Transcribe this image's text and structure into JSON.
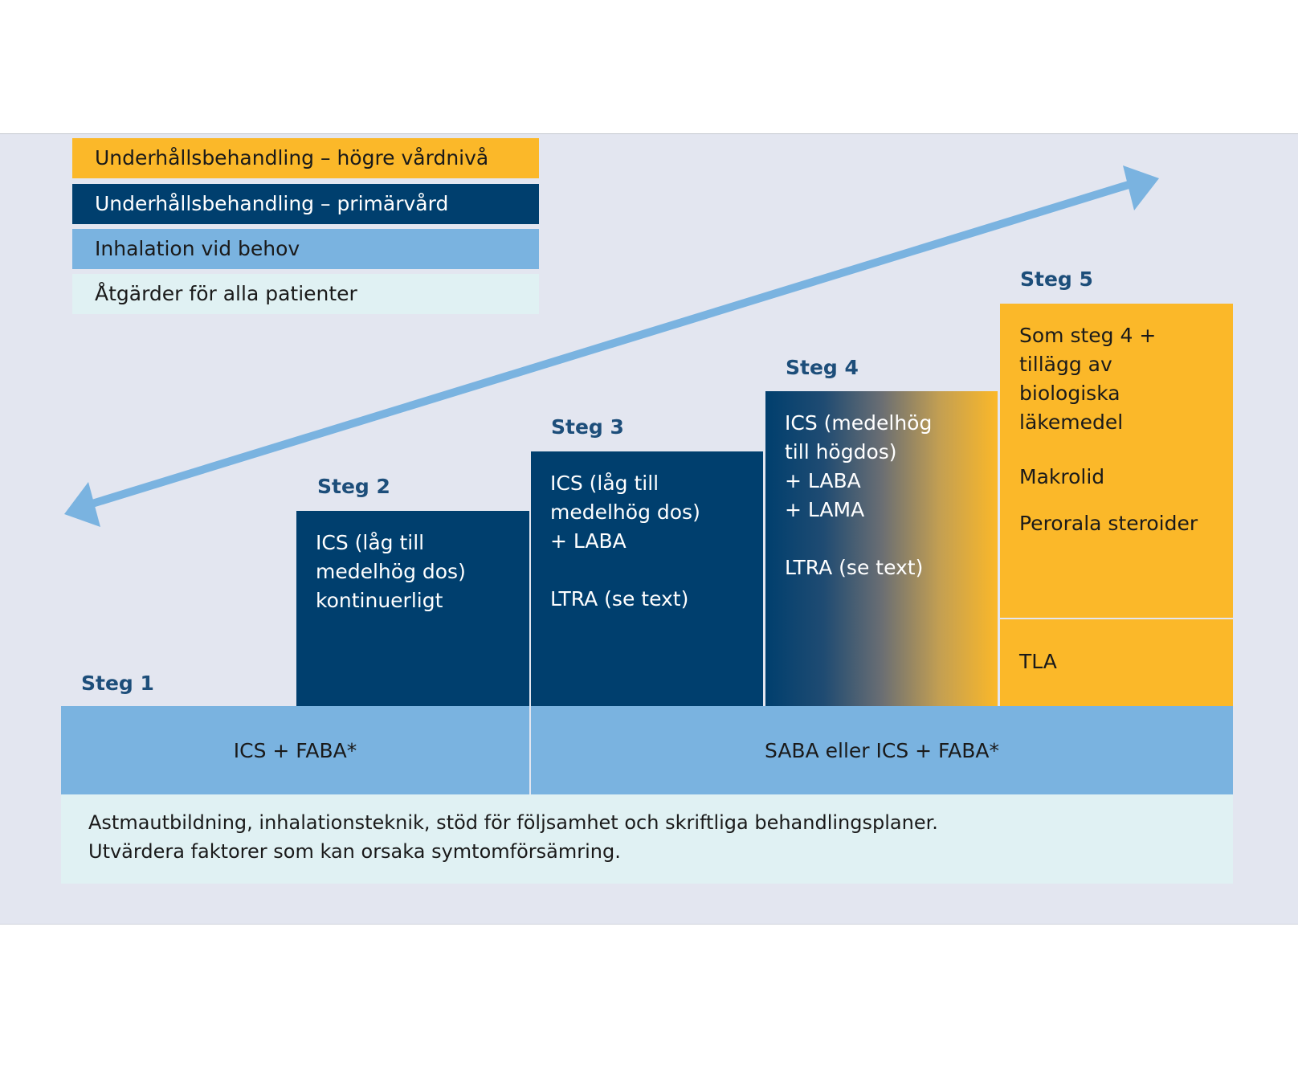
{
  "legend": {
    "items": [
      "Underhållsbehandling – högre vårdnivå",
      "Underhållsbehandling – primärvård",
      "Inhalation vid behov",
      "Åtgärder för alla patienter"
    ]
  },
  "steps": {
    "s1": {
      "label": "Steg 1"
    },
    "s2": {
      "label": "Steg 2",
      "text": "ICS (låg till\nmedelhög dos)\nkontinuerligt"
    },
    "s3": {
      "label": "Steg 3",
      "text": "ICS (låg till\nmedelhög dos)\n+ LABA\n\nLTRA (se text)"
    },
    "s4": {
      "label": "Steg 4",
      "text": "ICS (medelhög\ntill högdos)\n+ LABA\n+ LAMA\n\nLTRA (se text)"
    },
    "s5": {
      "label": "Steg 5",
      "text": "Som steg 4 +\ntillägg av\nbiologiska\nläkemedel",
      "text2": "Makrolid",
      "text3": "Perorala steroider",
      "tla": "TLA"
    }
  },
  "reliever": {
    "left": "ICS + FABA*",
    "right": "SABA eller ICS + FABA*"
  },
  "footer": {
    "line1": "Astmautbildning, inhalationsteknik, stöd för följsamhet och skriftliga behandlingsplaner.",
    "line2": "Utvärdera faktorer som kan orsaka symtomförsämring."
  },
  "colors": {
    "yellow": "#fbb829",
    "navy": "#003f6e",
    "lightblue": "#7ab3e0",
    "pale": "#e0f1f3"
  }
}
